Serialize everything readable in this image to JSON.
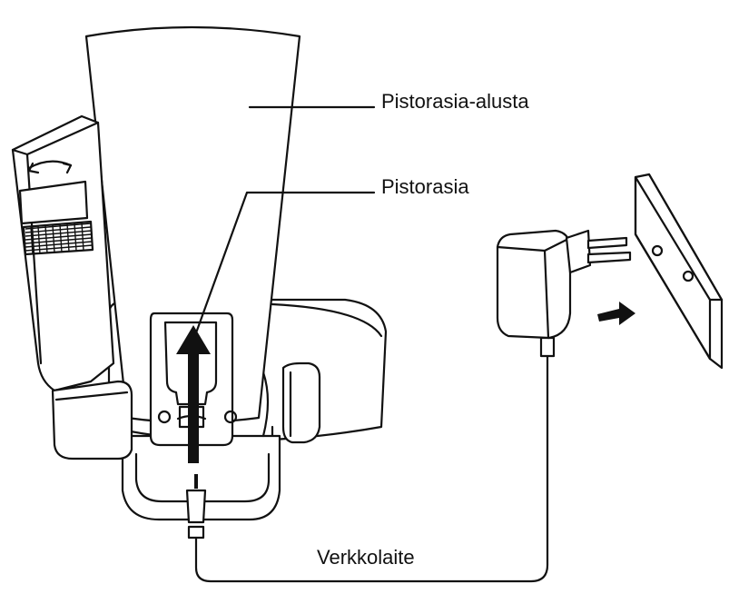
{
  "labels": {
    "base": "Pistorasia-alusta",
    "socket": "Pistorasia",
    "adapter": "Verkkolaite"
  }
}
